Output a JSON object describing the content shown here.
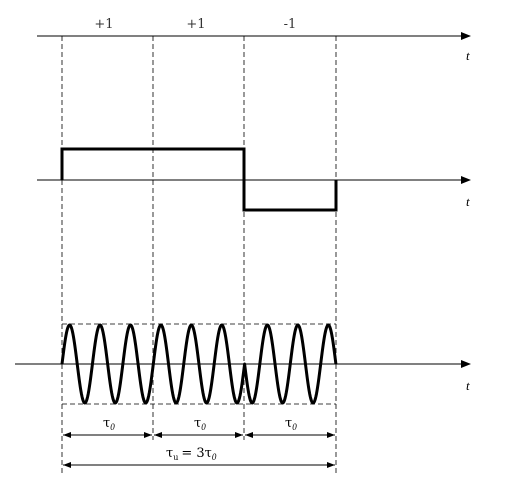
{
  "labels": {
    "bit_1": "+1",
    "bit_2": "+1",
    "bit_3": "-1",
    "axis_t_top": "t",
    "axis_t_mid": "t",
    "axis_t_bottom": "t",
    "tau_1": "τ",
    "tau_1_sub": "0",
    "tau_2": "τ",
    "tau_2_sub": "0",
    "tau_3": "τ",
    "tau_3_sub": "0",
    "tau_total": "τ",
    "tau_total_sub": "u",
    "tau_total_rhs": "= 3τ",
    "tau_total_rhs_sub": "0"
  },
  "code_levels": [
    1,
    1,
    -1
  ],
  "oscillations_per_chip": 3
}
